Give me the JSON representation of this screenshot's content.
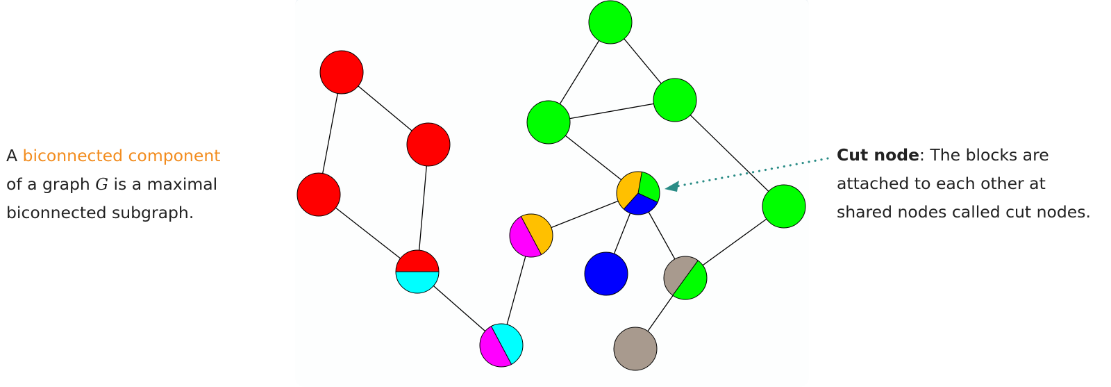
{
  "left_text": {
    "line1_prefix": "A ",
    "term": "biconnected component",
    "line2_prefix": "of a graph ",
    "graph_symbol": "G",
    "line2_suffix": " is a maximal",
    "line3": "biconnected subgraph."
  },
  "right_text": {
    "heading": "Cut node",
    "heading_suffix": ": The blocks are",
    "line2": "attached to each other at",
    "line3": "shared nodes called cut nodes."
  },
  "colors": {
    "red": "#ff0000",
    "green": "#00ff00",
    "blue": "#0000ff",
    "cyan": "#00ffff",
    "magenta": "#ff00ff",
    "orange": "#ffc000",
    "taupe": "#a89a8e",
    "accent": "#f28c1e",
    "arrow": "#2a8c86"
  },
  "graph": {
    "nodes": [
      {
        "id": "r1",
        "colors": [
          "red"
        ]
      },
      {
        "id": "r2",
        "colors": [
          "red"
        ]
      },
      {
        "id": "r3",
        "colors": [
          "red"
        ]
      },
      {
        "id": "rc",
        "colors": [
          "red",
          "cyan"
        ]
      },
      {
        "id": "cm",
        "colors": [
          "cyan",
          "magenta"
        ]
      },
      {
        "id": "om",
        "colors": [
          "orange",
          "magenta"
        ]
      },
      {
        "id": "cut",
        "colors": [
          "green",
          "blue",
          "orange"
        ]
      },
      {
        "id": "b1",
        "colors": [
          "blue"
        ]
      },
      {
        "id": "g1",
        "colors": [
          "green"
        ]
      },
      {
        "id": "g2",
        "colors": [
          "green"
        ]
      },
      {
        "id": "g3",
        "colors": [
          "green"
        ]
      },
      {
        "id": "g4",
        "colors": [
          "green"
        ]
      },
      {
        "id": "gt",
        "colors": [
          "green",
          "taupe"
        ]
      },
      {
        "id": "t1",
        "colors": [
          "taupe"
        ]
      }
    ],
    "edges": [
      [
        "r1",
        "r2"
      ],
      [
        "r1",
        "r3"
      ],
      [
        "r2",
        "rc"
      ],
      [
        "r3",
        "rc"
      ],
      [
        "rc",
        "cm"
      ],
      [
        "cm",
        "om"
      ],
      [
        "om",
        "cut"
      ],
      [
        "cut",
        "b1"
      ],
      [
        "cut",
        "g2"
      ],
      [
        "cut",
        "gt"
      ],
      [
        "g1",
        "g2"
      ],
      [
        "g1",
        "g3"
      ],
      [
        "g2",
        "g3"
      ],
      [
        "g3",
        "g4"
      ],
      [
        "g4",
        "gt"
      ],
      [
        "gt",
        "t1"
      ]
    ]
  }
}
